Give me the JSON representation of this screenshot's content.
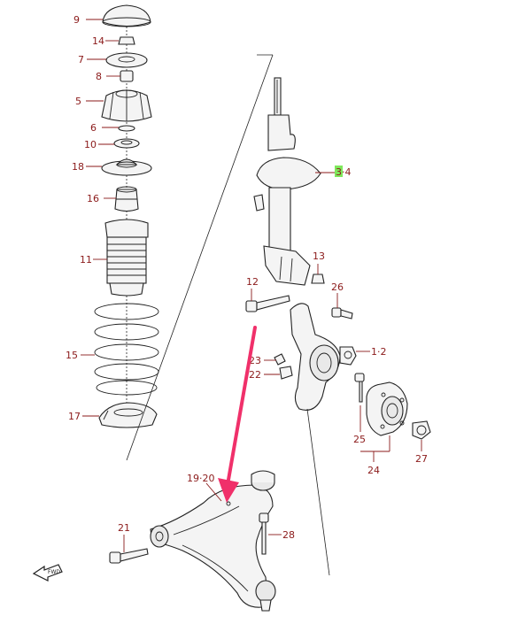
{
  "callouts": {
    "p9": "9",
    "p14": "14",
    "p7": "7",
    "p8": "8",
    "p5": "5",
    "p6": "6",
    "p10": "10",
    "p18": "18",
    "p16": "16",
    "p11": "11",
    "p15": "15",
    "p17": "17",
    "p34a": "3",
    "p34b": "·4",
    "p13": "13",
    "p12": "12",
    "p26": "26",
    "p12b": "1·2",
    "p23": "23",
    "p22": "22",
    "p25": "25",
    "p24": "24",
    "p27": "27",
    "p1920": "19·20",
    "p21": "21",
    "p28": "28"
  },
  "fwd_label": "FWD",
  "colors": {
    "callout": "#8b1a1a",
    "highlight": "#7ee85c",
    "arrow": "#f0306a",
    "line": "#222222"
  }
}
